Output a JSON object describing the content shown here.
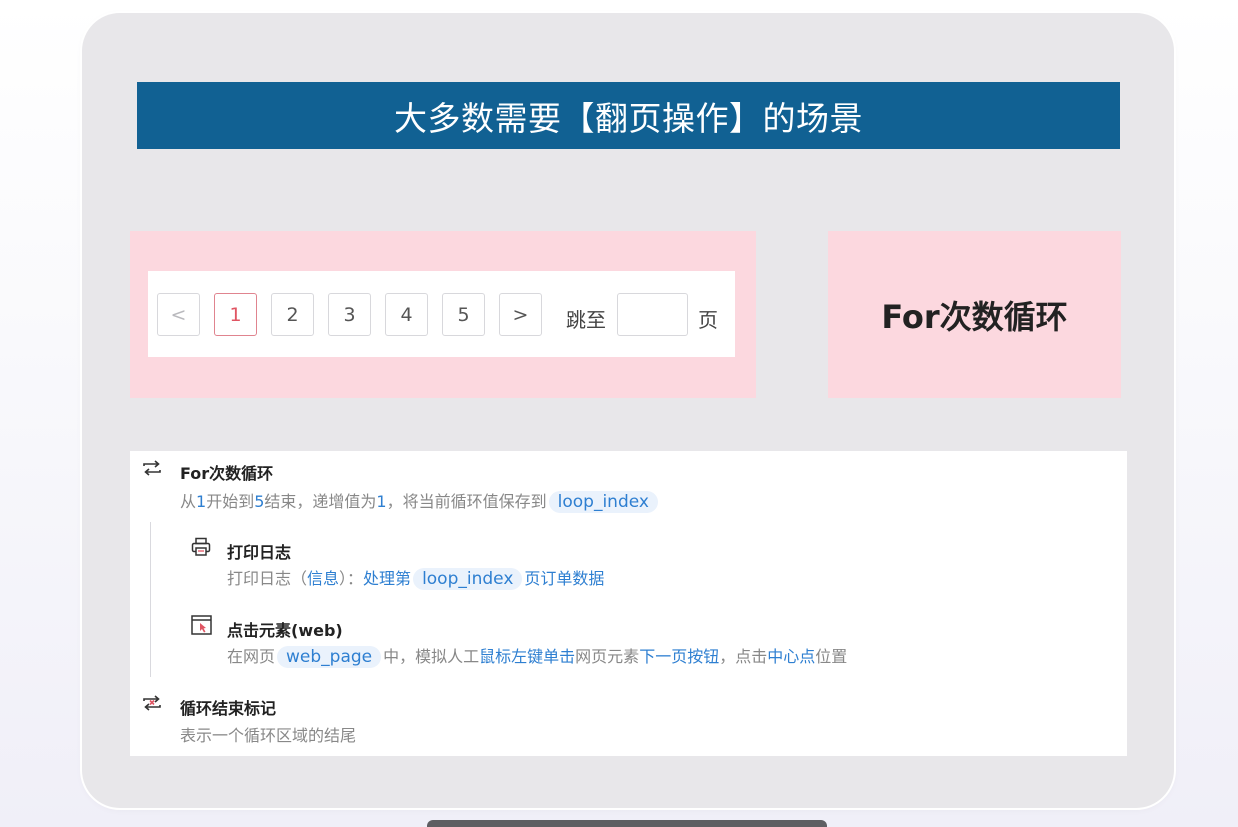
{
  "banner": {
    "title": "大多数需要【翻页操作】的场景"
  },
  "pagination": {
    "prev": "<",
    "pages": [
      "1",
      "2",
      "3",
      "4",
      "5"
    ],
    "active_page": "1",
    "next": ">",
    "jump_label": "跳至",
    "jump_value": "",
    "page_unit": "页"
  },
  "loop_box": {
    "title": "For次数循环"
  },
  "flow": {
    "for_loop": {
      "title": "For次数循环",
      "desc_1": "从",
      "start": "1",
      "desc_2": "开始到",
      "end": "5",
      "desc_3": "结束，递增值为",
      "step": "1",
      "desc_4": "，将当前循环值保存到",
      "var": "loop_index"
    },
    "print_log": {
      "title": "打印日志",
      "desc_1": "打印日志（",
      "level": "信息",
      "desc_2": "）：",
      "msg_1": "处理第",
      "var": "loop_index",
      "msg_2": "页订单数据"
    },
    "click_element": {
      "title": "点击元素(web)",
      "desc_1": "在网页",
      "var": "web_page",
      "desc_2": "中，模拟人工",
      "action": "鼠标左键单击",
      "desc_3": "网页元素",
      "target": "下一页按钮",
      "desc_4": "，点击",
      "position": "中心点",
      "desc_5": "位置"
    },
    "loop_end": {
      "title": "循环结束标记",
      "desc": "表示一个循环区域的结尾"
    }
  },
  "colors": {
    "banner": "#116193",
    "pink": "#fcd8df",
    "link": "#2e7fd1"
  }
}
